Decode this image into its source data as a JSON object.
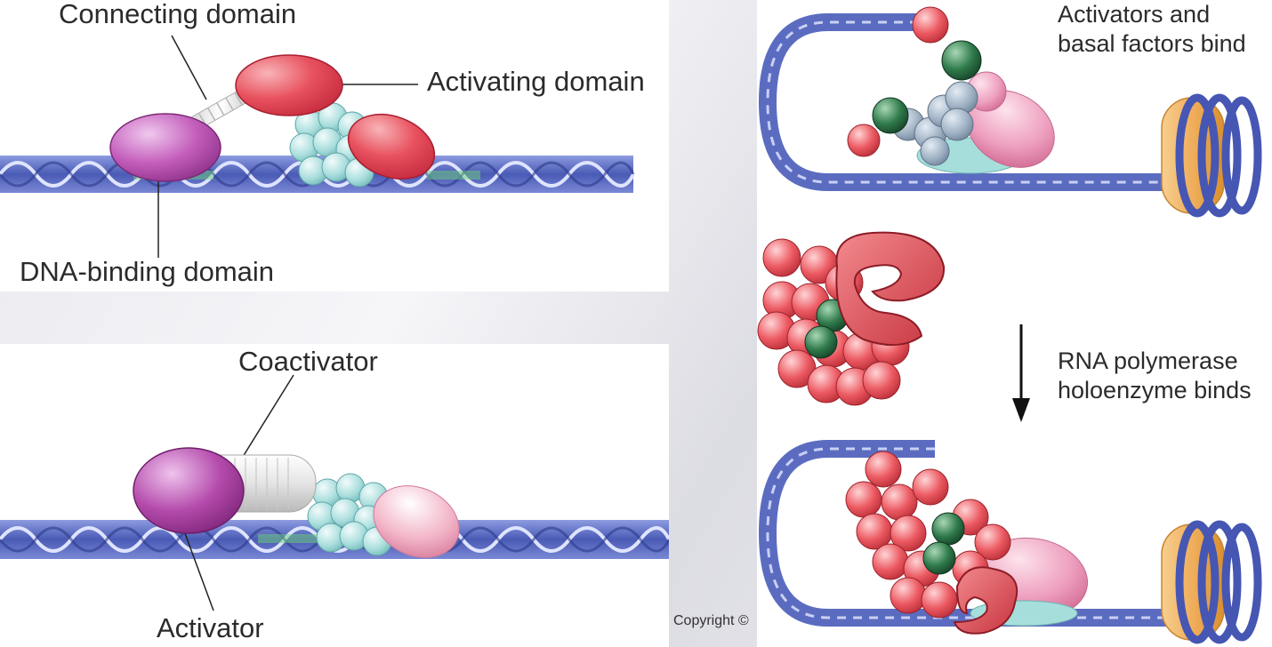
{
  "panel_a": {
    "connecting_domain": "Connecting domain",
    "activating_domain": "Activating domain",
    "dna_binding_domain": "DNA-binding domain"
  },
  "panel_b": {
    "coactivator": "Coactivator",
    "activator": "Activator"
  },
  "panel_c": {
    "step1_line1": "Activators and",
    "step1_line2": "basal factors bind",
    "step2_line1": "RNA polymerase",
    "step2_line2": "holoenzyme binds"
  },
  "footer": {
    "copyright": "Copyright ©"
  },
  "colors": {
    "dna": "#5b6cc0",
    "activator_purple": "#b04aa8",
    "activating_red": "#e04858",
    "basal_cyan": "#a6dedb",
    "rnap_red": "#e8505a",
    "green_factor": "#2f7a4b",
    "nucleosome": "#f2b56b"
  }
}
